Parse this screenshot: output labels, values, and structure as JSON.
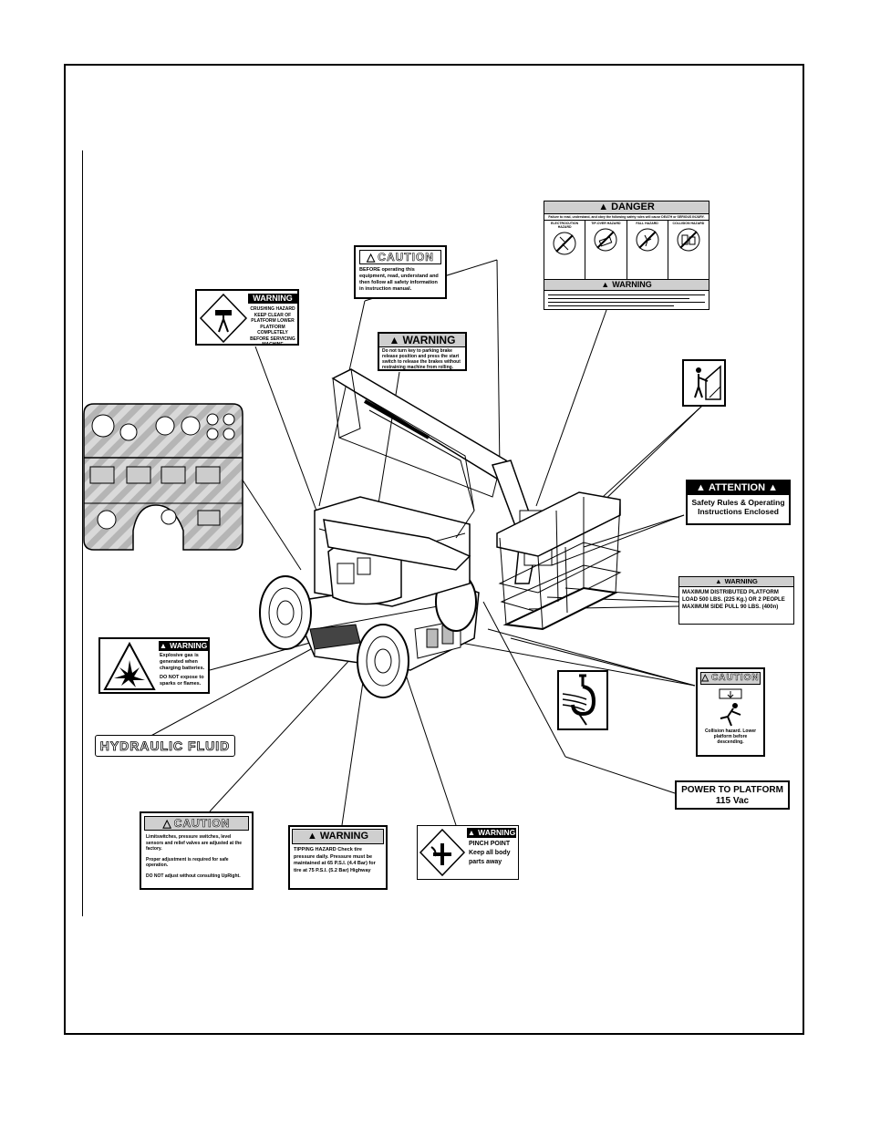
{
  "labels": {
    "caution_top": {
      "header": "CAUTION",
      "body": "BEFORE operating this equipment, read, understand and then follow all safety information in instruction manual."
    },
    "warning_crushing": {
      "header": "WARNING",
      "body": "CRUSHING HAZARD KEEP CLEAR OF PLATFORM LOWER PLATFORM COMPLETELY BEFORE SERVICING MACHINE"
    },
    "warning_brake": {
      "header": "WARNING",
      "body": "Do not turn key to parking brake release position and press the start switch to release the brakes without restraining machine from rolling."
    },
    "danger": {
      "header": "DANGER",
      "subheader": "Failure to read, understand, and obey the following safety rules will cause DEATH or SERIOUS INJURY.",
      "hazards": [
        "ELECTROCUTION HAZARD",
        "TIP-OVER HAZARD",
        "FALL HAZARD",
        "COLLISION HAZARD"
      ],
      "warning_header": "WARNING"
    },
    "attention": {
      "header": "ATTENTION",
      "body": "Safety Rules & Operating Instructions Enclosed"
    },
    "warning_load": {
      "header": "WARNING",
      "body": "MAXIMUM DISTRIBUTED PLATFORM LOAD 500 LBS. (225 Kg.) OR 2 PEOPLE MAXIMUM SIDE PULL 90 LBS. (400n)"
    },
    "warning_gas": {
      "header": "WARNING",
      "body1": "Explosive gas is generated when charging batteries.",
      "body2": "DO NOT expose to sparks or flames."
    },
    "hydraulic": {
      "text": "HYDRAULIC FLUID"
    },
    "caution_collision": {
      "header": "CAUTION",
      "body": "Collision hazard. Lower platform before descending."
    },
    "power": {
      "line1": "POWER TO PLATFORM",
      "line2": "115 Vac"
    },
    "caution_switches": {
      "header": "CAUTION",
      "body1": "Limitswitches, pressure switches, level sensors and relief valves are adjusted at the factory.",
      "body2": "Proper adjustment is required for safe operation.",
      "body3": "DO NOT adjust without consulting UpRight."
    },
    "warning_tipping": {
      "header": "WARNING",
      "body": "TIPPING HAZARD Check tire pressure daily. Pressure must be maintained at 65 P.S.I. (4.4 Bar) for tire at 75 P.S.I. (5.2 Bar) Highway"
    },
    "warning_pinch": {
      "header": "WARNING",
      "body": "PINCH POINT Keep all body parts away"
    }
  },
  "colors": {
    "ink": "#000000",
    "panel_grey": "#bdbdbd",
    "header_grey": "#cfcfcf"
  }
}
